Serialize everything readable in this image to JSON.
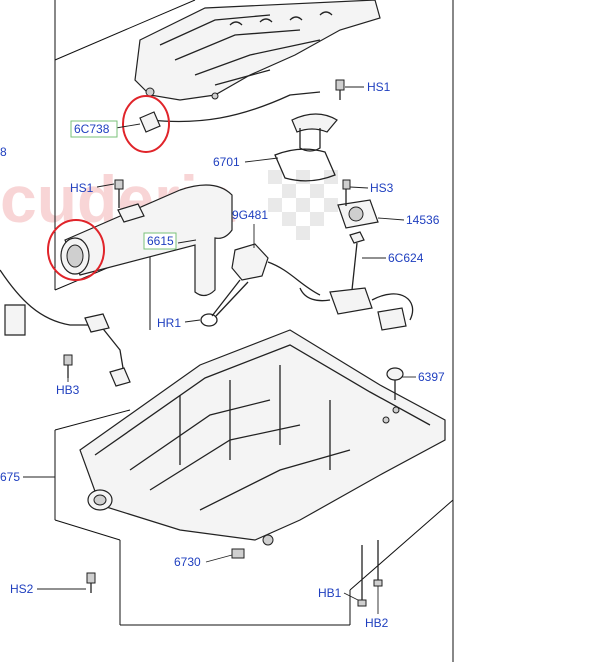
{
  "diagram": {
    "watermark_text": "cuderia",
    "callouts": [
      {
        "id": "HS1_top",
        "text": "HS1"
      },
      {
        "id": "6C738",
        "text": "6C738"
      },
      {
        "id": "6701",
        "text": "6701"
      },
      {
        "id": "HS1_left",
        "text": "HS1"
      },
      {
        "id": "HS3",
        "text": "HS3"
      },
      {
        "id": "9G481",
        "text": "9G481"
      },
      {
        "id": "14536",
        "text": "14536"
      },
      {
        "id": "6615",
        "text": "6615"
      },
      {
        "id": "6C624",
        "text": "6C624"
      },
      {
        "id": "HR1",
        "text": "HR1"
      },
      {
        "id": "HB3",
        "text": "HB3"
      },
      {
        "id": "6397",
        "text": "6397"
      },
      {
        "id": "675",
        "text": "675"
      },
      {
        "id": "6730",
        "text": "6730"
      },
      {
        "id": "HS2",
        "text": "HS2"
      },
      {
        "id": "HB1",
        "text": "HB1"
      },
      {
        "id": "HB2",
        "text": "HB2"
      },
      {
        "id": "edge_8",
        "text": "8"
      }
    ],
    "colors": {
      "callout_text": "#1f3fbf",
      "boxed_border": "#7ac27a",
      "highlight_circle": "#e0242a",
      "watermark": "#f3b3b5",
      "line_art": "#222222"
    }
  }
}
